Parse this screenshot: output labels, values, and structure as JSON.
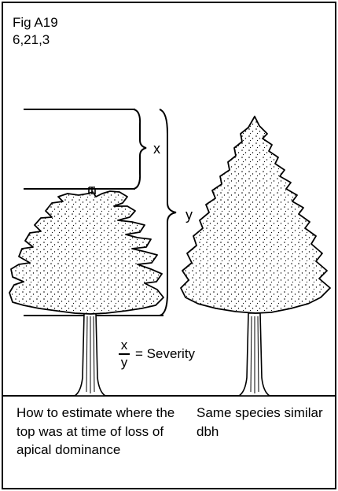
{
  "figure": {
    "title": "Fig A19",
    "code": "6,21,3"
  },
  "labels": {
    "x": "x",
    "y": "y",
    "fraction_numerator": "x",
    "fraction_denominator": "y",
    "severity": "= Severity"
  },
  "captions": {
    "left": "How to estimate where the top was at time of loss of apical dominance",
    "right": "Same species similar dbh"
  }
}
